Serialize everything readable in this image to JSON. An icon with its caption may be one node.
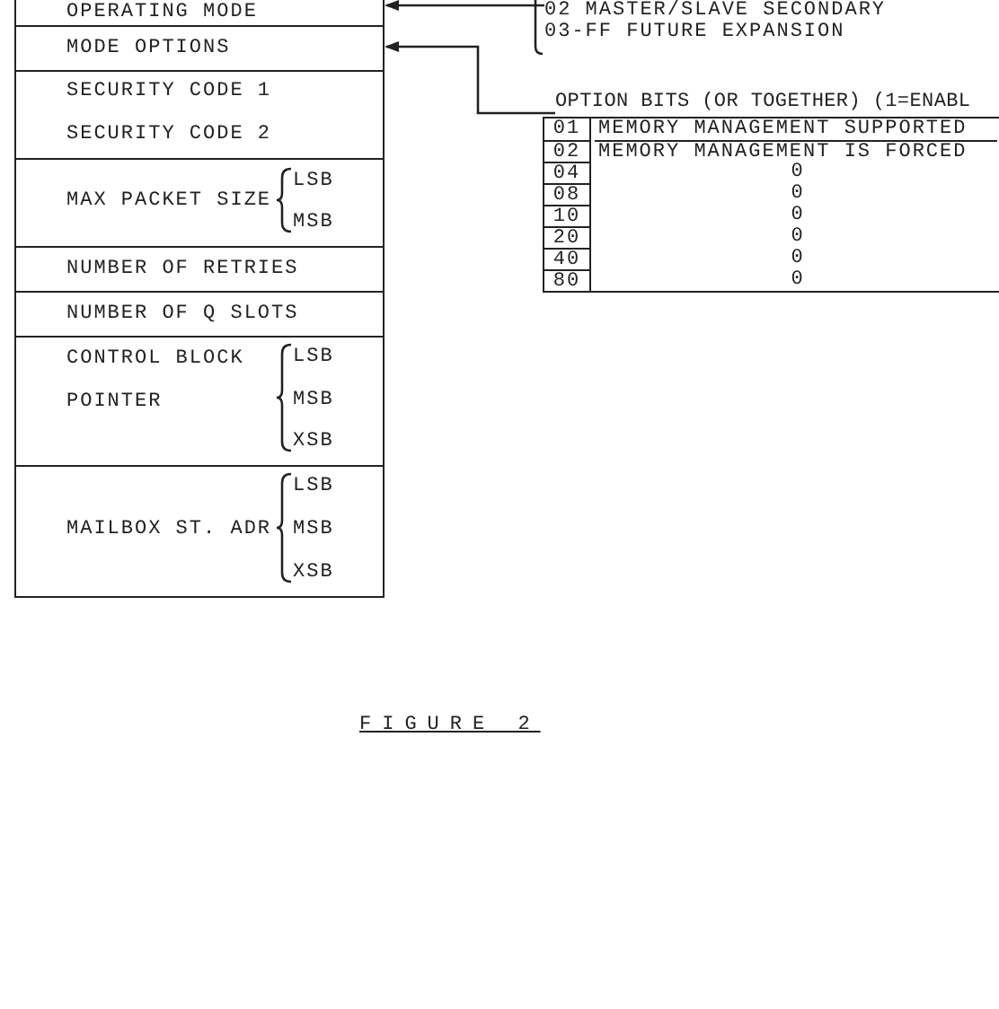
{
  "diagram": {
    "caption": "FIGURE 2",
    "nodes": [
      {
        "text": [
          "OPERATING MODE"
        ]
      },
      {
        "text": [
          "MODE OPTIONS"
        ]
      },
      {
        "text": [
          "SECURITY CODE 1",
          "SECURITY CODE 2"
        ]
      },
      {
        "text": [
          "MAX PACKET SIZE",
          "LSB",
          "MSB"
        ]
      },
      {
        "text": [
          "NUMBER OF RETRIES"
        ]
      },
      {
        "text": [
          "NUMBER OF Q SLOTS"
        ]
      },
      {
        "text": [
          "CONTROL BLOCK POINTER",
          "LSB",
          "MSB",
          "XSB"
        ]
      },
      {
        "text": [
          "MAILBOX ST. ADR",
          "LSB",
          "MSB",
          "XSB"
        ]
      },
      {
        "text": [
          "02 MASTER/SLAVE SECONDARY",
          "03-FF FUTURE EXPANSION"
        ]
      },
      {
        "text": [
          "OPTION BITS (OR TOGETHER) (1=ENABL"
        ]
      }
    ],
    "edges": [
      {
        "from": 8,
        "to": 0,
        "arrow": "to"
      },
      {
        "from": 9,
        "to": 1,
        "arrow": "to"
      }
    ],
    "labels": [
      "01",
      "MEMORY MANAGEMENT SUPPORTED",
      "02",
      "MEMORY MANAGEMENT IS FORCED",
      "04",
      "0",
      "08",
      "0",
      "10",
      "0",
      "20",
      "0",
      "40",
      "0",
      "80",
      "0"
    ]
  }
}
